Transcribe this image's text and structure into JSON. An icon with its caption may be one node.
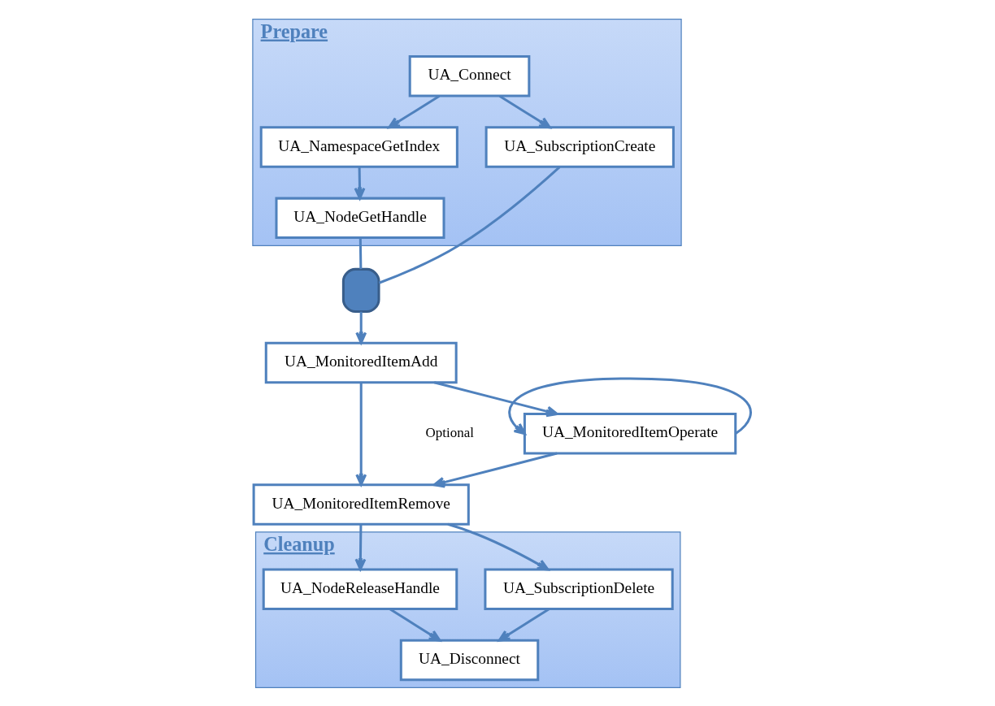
{
  "diagram": {
    "nodes": [
      {
        "text": [
          "Prepare"
        ]
      },
      {
        "text": [
          "UA_Connect"
        ],
        "in": 0
      },
      {
        "text": [
          "UA_NamespaceGetIndex"
        ],
        "in": 0
      },
      {
        "text": [
          "UA_NodeGetHandle"
        ],
        "in": 0
      },
      {
        "text": [
          "UA_SubscriptionCreate"
        ],
        "in": 0
      },
      {
        "text": [],
        "shape": "gate"
      },
      {
        "text": [
          "UA_MonitoredItemAdd"
        ]
      },
      {
        "text": [
          "UA_MonitoredItemOperate"
        ],
        "beside": [
          "Optional"
        ]
      },
      {
        "text": [
          "UA_MonitoredItemRemove"
        ]
      },
      {
        "text": [
          "Cleanup"
        ]
      },
      {
        "text": [
          "UA_SubscriptionDelete"
        ],
        "in": 9
      },
      {
        "text": [
          "UA_NodeReleaseHandle"
        ],
        "in": 9
      },
      {
        "text": [
          "UA_Disconnect"
        ],
        "in": 9
      }
    ],
    "edges": [
      {
        "from": 1,
        "to": 2,
        "arrow": "to"
      },
      {
        "from": 1,
        "to": 4,
        "arrow": "to"
      },
      {
        "from": 2,
        "to": 3,
        "arrow": "to"
      },
      {
        "from": 3,
        "to": 5,
        "arrow": "none"
      },
      {
        "from": 4,
        "to": 5,
        "arrow": "none"
      },
      {
        "from": 5,
        "to": 6,
        "arrow": "to"
      },
      {
        "from": 6,
        "to": 7,
        "arrow": "to"
      },
      {
        "from": 6,
        "to": 8,
        "arrow": "to"
      },
      {
        "from": 7,
        "to": 7,
        "arrow": "to"
      },
      {
        "from": 7,
        "to": 8,
        "arrow": "to"
      },
      {
        "from": 8,
        "to": 10,
        "arrow": "to"
      },
      {
        "from": 8,
        "to": 11,
        "arrow": "to"
      },
      {
        "from": 10,
        "to": 12,
        "arrow": "to"
      },
      {
        "from": 11,
        "to": 12,
        "arrow": "to"
      }
    ]
  }
}
